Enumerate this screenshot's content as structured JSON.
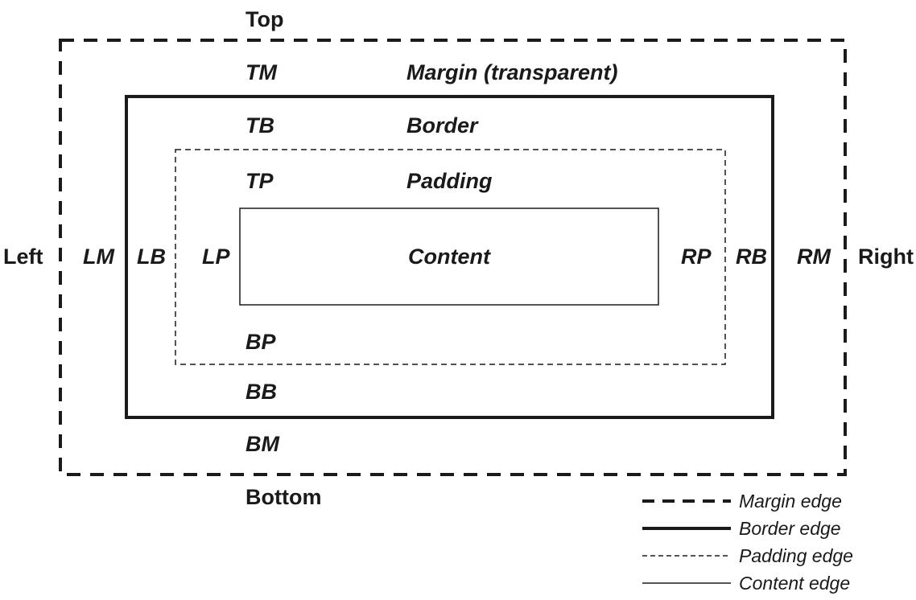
{
  "sides": {
    "top": "Top",
    "bottom": "Bottom",
    "left": "Left",
    "right": "Right"
  },
  "margin": {
    "label": "Margin (transparent)",
    "top": "TM",
    "bottom": "BM",
    "left": "LM",
    "right": "RM"
  },
  "border": {
    "label": "Border",
    "top": "TB",
    "bottom": "BB",
    "left": "LB",
    "right": "RB"
  },
  "padding": {
    "label": "Padding",
    "top": "TP",
    "bottom": "BP",
    "left": "LP",
    "right": "RP"
  },
  "content": {
    "label": "Content"
  },
  "legend": {
    "margin_edge": "Margin edge",
    "border_edge": "Border edge",
    "padding_edge": "Padding edge",
    "content_edge": "Content edge"
  },
  "colors": {
    "ink": "#1a1a1a",
    "background": "#ffffff"
  }
}
